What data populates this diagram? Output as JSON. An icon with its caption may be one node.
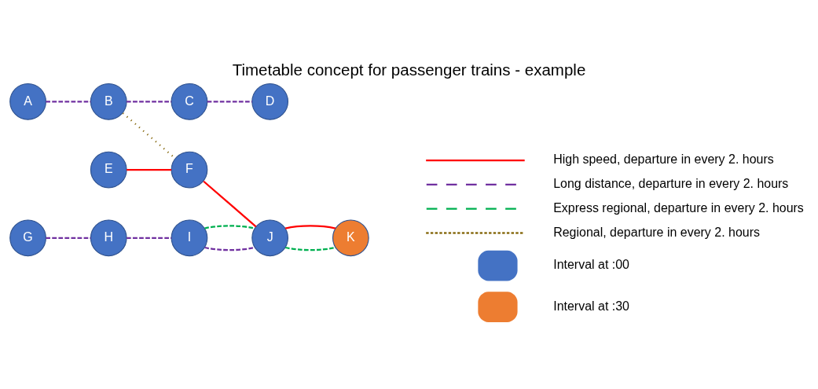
{
  "diagram": {
    "title": "Timetable concept for passenger trains - example",
    "nodes": [
      {
        "text": [
          "A"
        ]
      },
      {
        "text": [
          "B"
        ]
      },
      {
        "text": [
          "C"
        ]
      },
      {
        "text": [
          "D"
        ]
      },
      {
        "text": [
          "E"
        ]
      },
      {
        "text": [
          "F"
        ]
      },
      {
        "text": [
          "G"
        ]
      },
      {
        "text": [
          "H"
        ]
      },
      {
        "text": [
          "I"
        ]
      },
      {
        "text": [
          "J"
        ]
      },
      {
        "text": [
          "K"
        ]
      }
    ],
    "edges": [
      {
        "from": 6,
        "to": 7,
        "arrow": "none",
        "style": "dashed"
      },
      {
        "from": 7,
        "to": 8,
        "arrow": "none",
        "style": "dashed"
      },
      {
        "from": 8,
        "to": 9,
        "arrow": "none",
        "style": "dashed"
      },
      {
        "from": 8,
        "to": 9,
        "arrow": "none",
        "style": "dashed",
        "color": "#00b050"
      },
      {
        "from": 9,
        "to": 10,
        "arrow": "none",
        "style": "dashed",
        "color": "#00b050"
      },
      {
        "from": 4,
        "to": 5,
        "arrow": "none",
        "color": "#ff0000"
      },
      {
        "from": 5,
        "to": 9,
        "arrow": "none",
        "color": "#ff0000"
      },
      {
        "from": 9,
        "to": 10,
        "arrow": "none",
        "color": "#ff0000"
      },
      {
        "from": 0,
        "to": 1,
        "arrow": "none",
        "style": "dashed"
      },
      {
        "from": 1,
        "to": 2,
        "arrow": "none",
        "style": "dashed"
      },
      {
        "from": 2,
        "to": 3,
        "arrow": "none",
        "style": "dashed"
      },
      {
        "from": 1,
        "to": 5,
        "arrow": "none",
        "style": "dashed",
        "color": "#7f6000"
      }
    ],
    "legend": [
      {
        "text": "High speed, departure in every 2. hours"
      },
      {
        "text": "Long distance, departure in every 2. hours"
      },
      {
        "text": "Express regional, departure in every 2. hours"
      },
      {
        "text": "Regional, departure in every 2. hours"
      },
      {
        "text": "Interval at :00",
        "color": "#4472c4"
      },
      {
        "text": "Interval at :30",
        "color": "#ed7d31"
      }
    ]
  }
}
